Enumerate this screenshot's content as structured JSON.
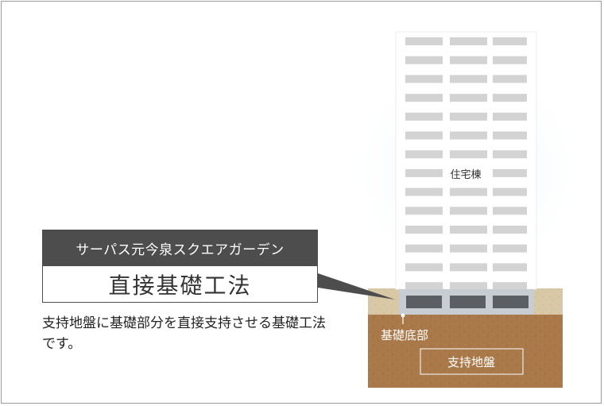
{
  "building": {
    "label": "住宅棟",
    "foundation_label": "基礎底部",
    "ground_label": "支持地盤"
  },
  "callout": {
    "project_name": "サーパス元今泉スクエアガーデン",
    "method_title": "直接基礎工法",
    "description": "支持地盤に基礎部分を直接支持させる基礎工法です。"
  },
  "colors": {
    "header_bg": "#4d4d4d",
    "soil_top": "#d9c8a6",
    "soil_bottom": "#a9794a",
    "window": "#d3d3d3",
    "sky_glow": "#dbe8f3"
  }
}
